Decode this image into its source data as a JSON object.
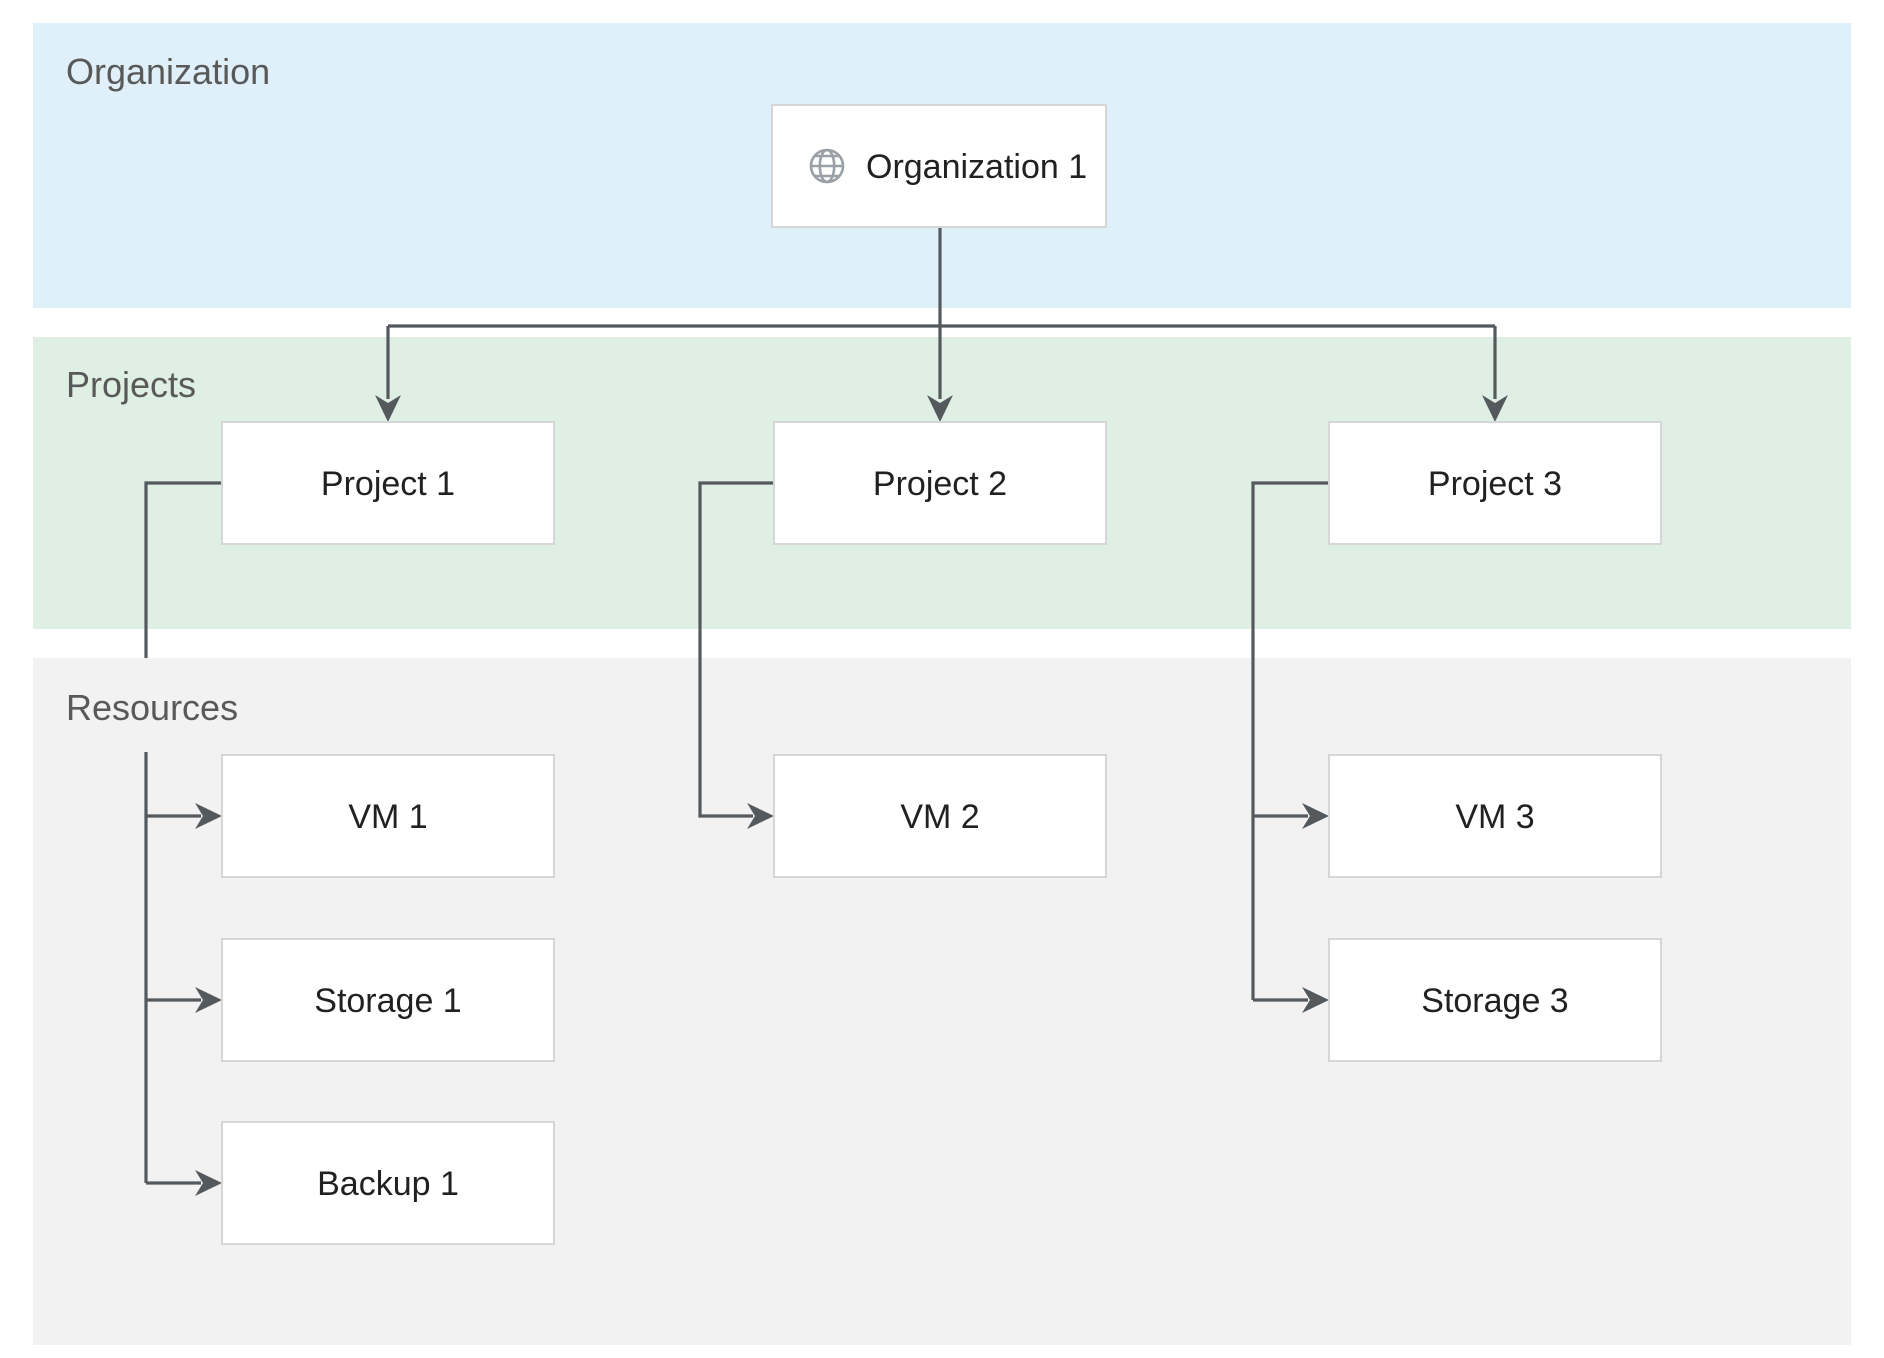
{
  "diagram": {
    "bands": [
      {
        "label": "Organization",
        "color": "#dff0fa"
      },
      {
        "label": "Projects",
        "color": "#e0efe4"
      },
      {
        "label": "Resources",
        "color": "#f2f2f3"
      }
    ],
    "nodes": {
      "org1": {
        "label": "Organization 1",
        "icon": "globe-icon"
      },
      "project1": {
        "label": "Project 1"
      },
      "project2": {
        "label": "Project 2"
      },
      "project3": {
        "label": "Project 3"
      },
      "vm1": {
        "label": "VM 1"
      },
      "storage1": {
        "label": "Storage 1"
      },
      "backup1": {
        "label": "Backup 1"
      },
      "vm2": {
        "label": "VM 2"
      },
      "vm3": {
        "label": "VM 3"
      },
      "storage3": {
        "label": "Storage 3"
      }
    },
    "edges": [
      {
        "from": "org1",
        "to": "project1"
      },
      {
        "from": "org1",
        "to": "project2"
      },
      {
        "from": "org1",
        "to": "project3"
      },
      {
        "from": "project1",
        "to": "vm1"
      },
      {
        "from": "project1",
        "to": "storage1"
      },
      {
        "from": "project1",
        "to": "backup1"
      },
      {
        "from": "project2",
        "to": "vm2"
      },
      {
        "from": "project3",
        "to": "vm3"
      },
      {
        "from": "project3",
        "to": "storage3"
      }
    ],
    "colors": {
      "connector": "#54595e",
      "box_border": "#d6d6d6",
      "box_fill": "#ffffff",
      "band_label_text": "#595959",
      "node_text": "#212121",
      "globe_icon": "#9aa0a6"
    }
  }
}
